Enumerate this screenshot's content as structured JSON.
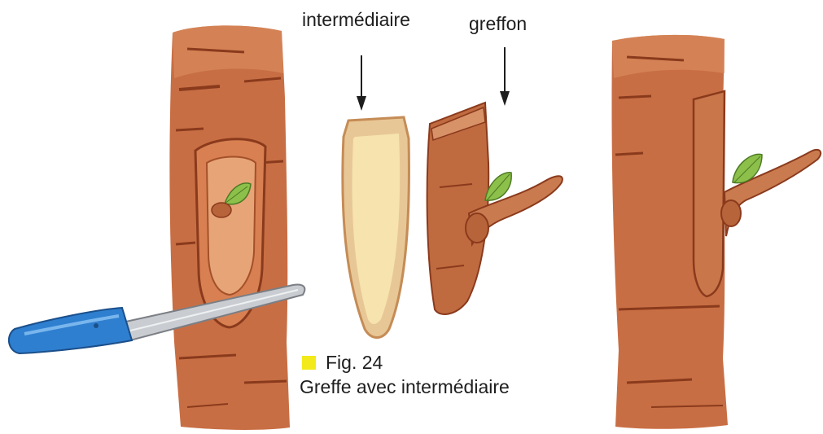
{
  "labels": {
    "intermediaire": "intermédiaire",
    "greffon": "greffon"
  },
  "caption": {
    "figure": "Fig. 24",
    "title": "Greffe avec intermédiaire"
  },
  "colors": {
    "bark": "#c06a40",
    "bark_dark": "#8a3a1c",
    "bark_light": "#e2a07a",
    "wood": "#f3dfa8",
    "wood_edge": "#d9b27a",
    "leaf": "#8cc04a",
    "knife_handle": "#2f7fd0",
    "knife_blade": "#c9cdd2",
    "fig_marker": "#f2ea1a"
  },
  "icons": {
    "knife": "knife-icon",
    "arrow": "arrow-down-icon",
    "leaf": "leaf-icon"
  }
}
